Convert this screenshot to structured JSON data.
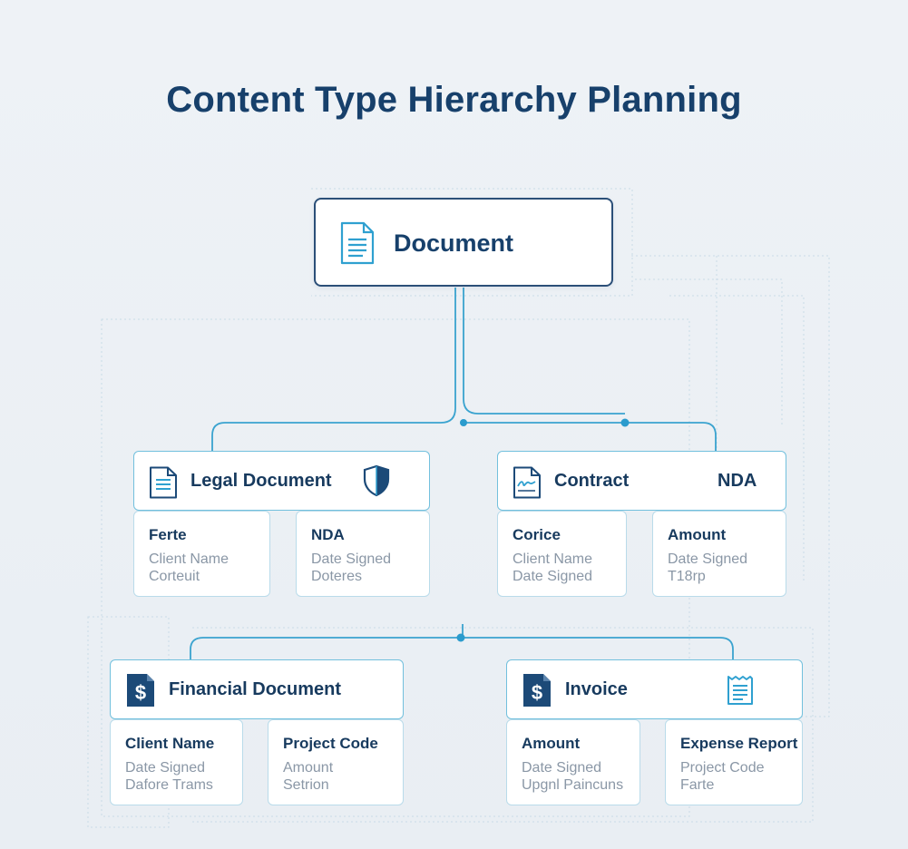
{
  "title": "Content Type Hierarchy Planning",
  "root": {
    "label": "Document",
    "icon": "document-icon"
  },
  "legal": {
    "label": "Legal Document",
    "icon": "document-icon",
    "badge_icon": "shield-icon",
    "cards": [
      {
        "title": "Ferte",
        "line1": "Client Name",
        "line2": "Corteuit"
      },
      {
        "title": "NDA",
        "line1": "Date Signed",
        "line2": "Doteres"
      }
    ]
  },
  "contract": {
    "label": "Contract",
    "icon": "signed-contract-icon",
    "tag": "NDA",
    "cards": [
      {
        "title": "Corice",
        "line1": "Client Name",
        "line2": "Date Signed"
      },
      {
        "title": "Amount",
        "line1": "Date Signed",
        "line2": "T18rp"
      }
    ]
  },
  "financial": {
    "label": "Financial Document",
    "icon": "dollar-document-icon",
    "cards": [
      {
        "title": "Client Name",
        "line1": "Date Signed",
        "line2": "Dafore Trams"
      },
      {
        "title": "Project Code",
        "line1": "Amount",
        "line2": "Setrion"
      }
    ]
  },
  "invoice": {
    "label": "Invoice",
    "icon": "dollar-document-icon",
    "badge_icon": "receipt-icon",
    "cards": [
      {
        "title": "Amount",
        "line1": "Date Signed",
        "line2": "Upgnl Paincuns"
      },
      {
        "title": "Expense Report",
        "line1": "Project Code",
        "line2": "Farte"
      }
    ]
  },
  "colors": {
    "connector": "#3aa3cf",
    "node_border": "#72c0dd",
    "root_border": "#2b4f78",
    "title": "#17406b",
    "icon_dark": "#1c4a78",
    "icon_light": "#2fa0d0"
  }
}
